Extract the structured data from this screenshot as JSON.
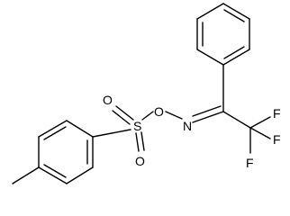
{
  "molecule": {
    "description_labels": {
      "sulfur": "S",
      "oxygen_top": "O",
      "oxygen_bottom": "O",
      "oxygen_bridge": "O",
      "nitrogen": "N",
      "fluorine_1": "F",
      "fluorine_2": "F",
      "fluorine_3": "F"
    }
  }
}
